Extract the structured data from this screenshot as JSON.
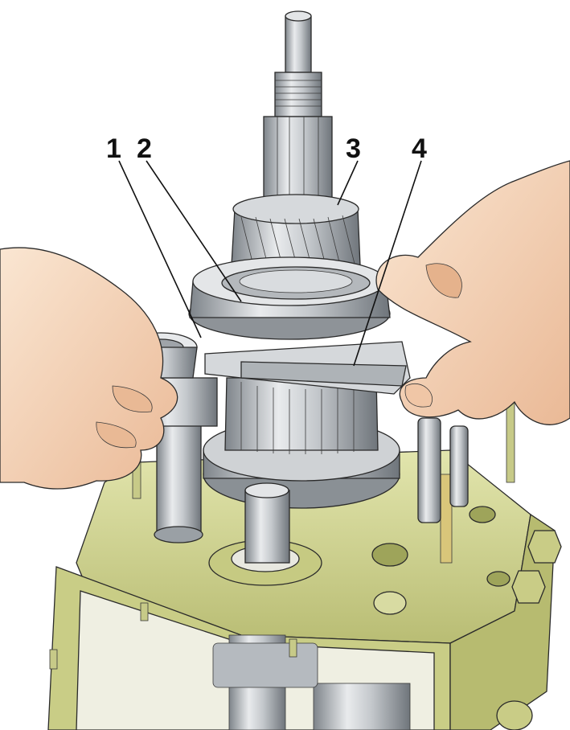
{
  "callouts": [
    {
      "id": "1",
      "label": "1"
    },
    {
      "id": "2",
      "label": "2"
    },
    {
      "id": "3",
      "label": "3"
    },
    {
      "id": "4",
      "label": "4"
    }
  ],
  "colors": {
    "housing": "#d6da9a",
    "housing_dark": "#a9ae62",
    "steel": "#c9cccf",
    "steel_dark": "#8c9196",
    "skin": "#f6dcc3",
    "skin_shadow": "#e8b894",
    "background": "#ffffff"
  }
}
